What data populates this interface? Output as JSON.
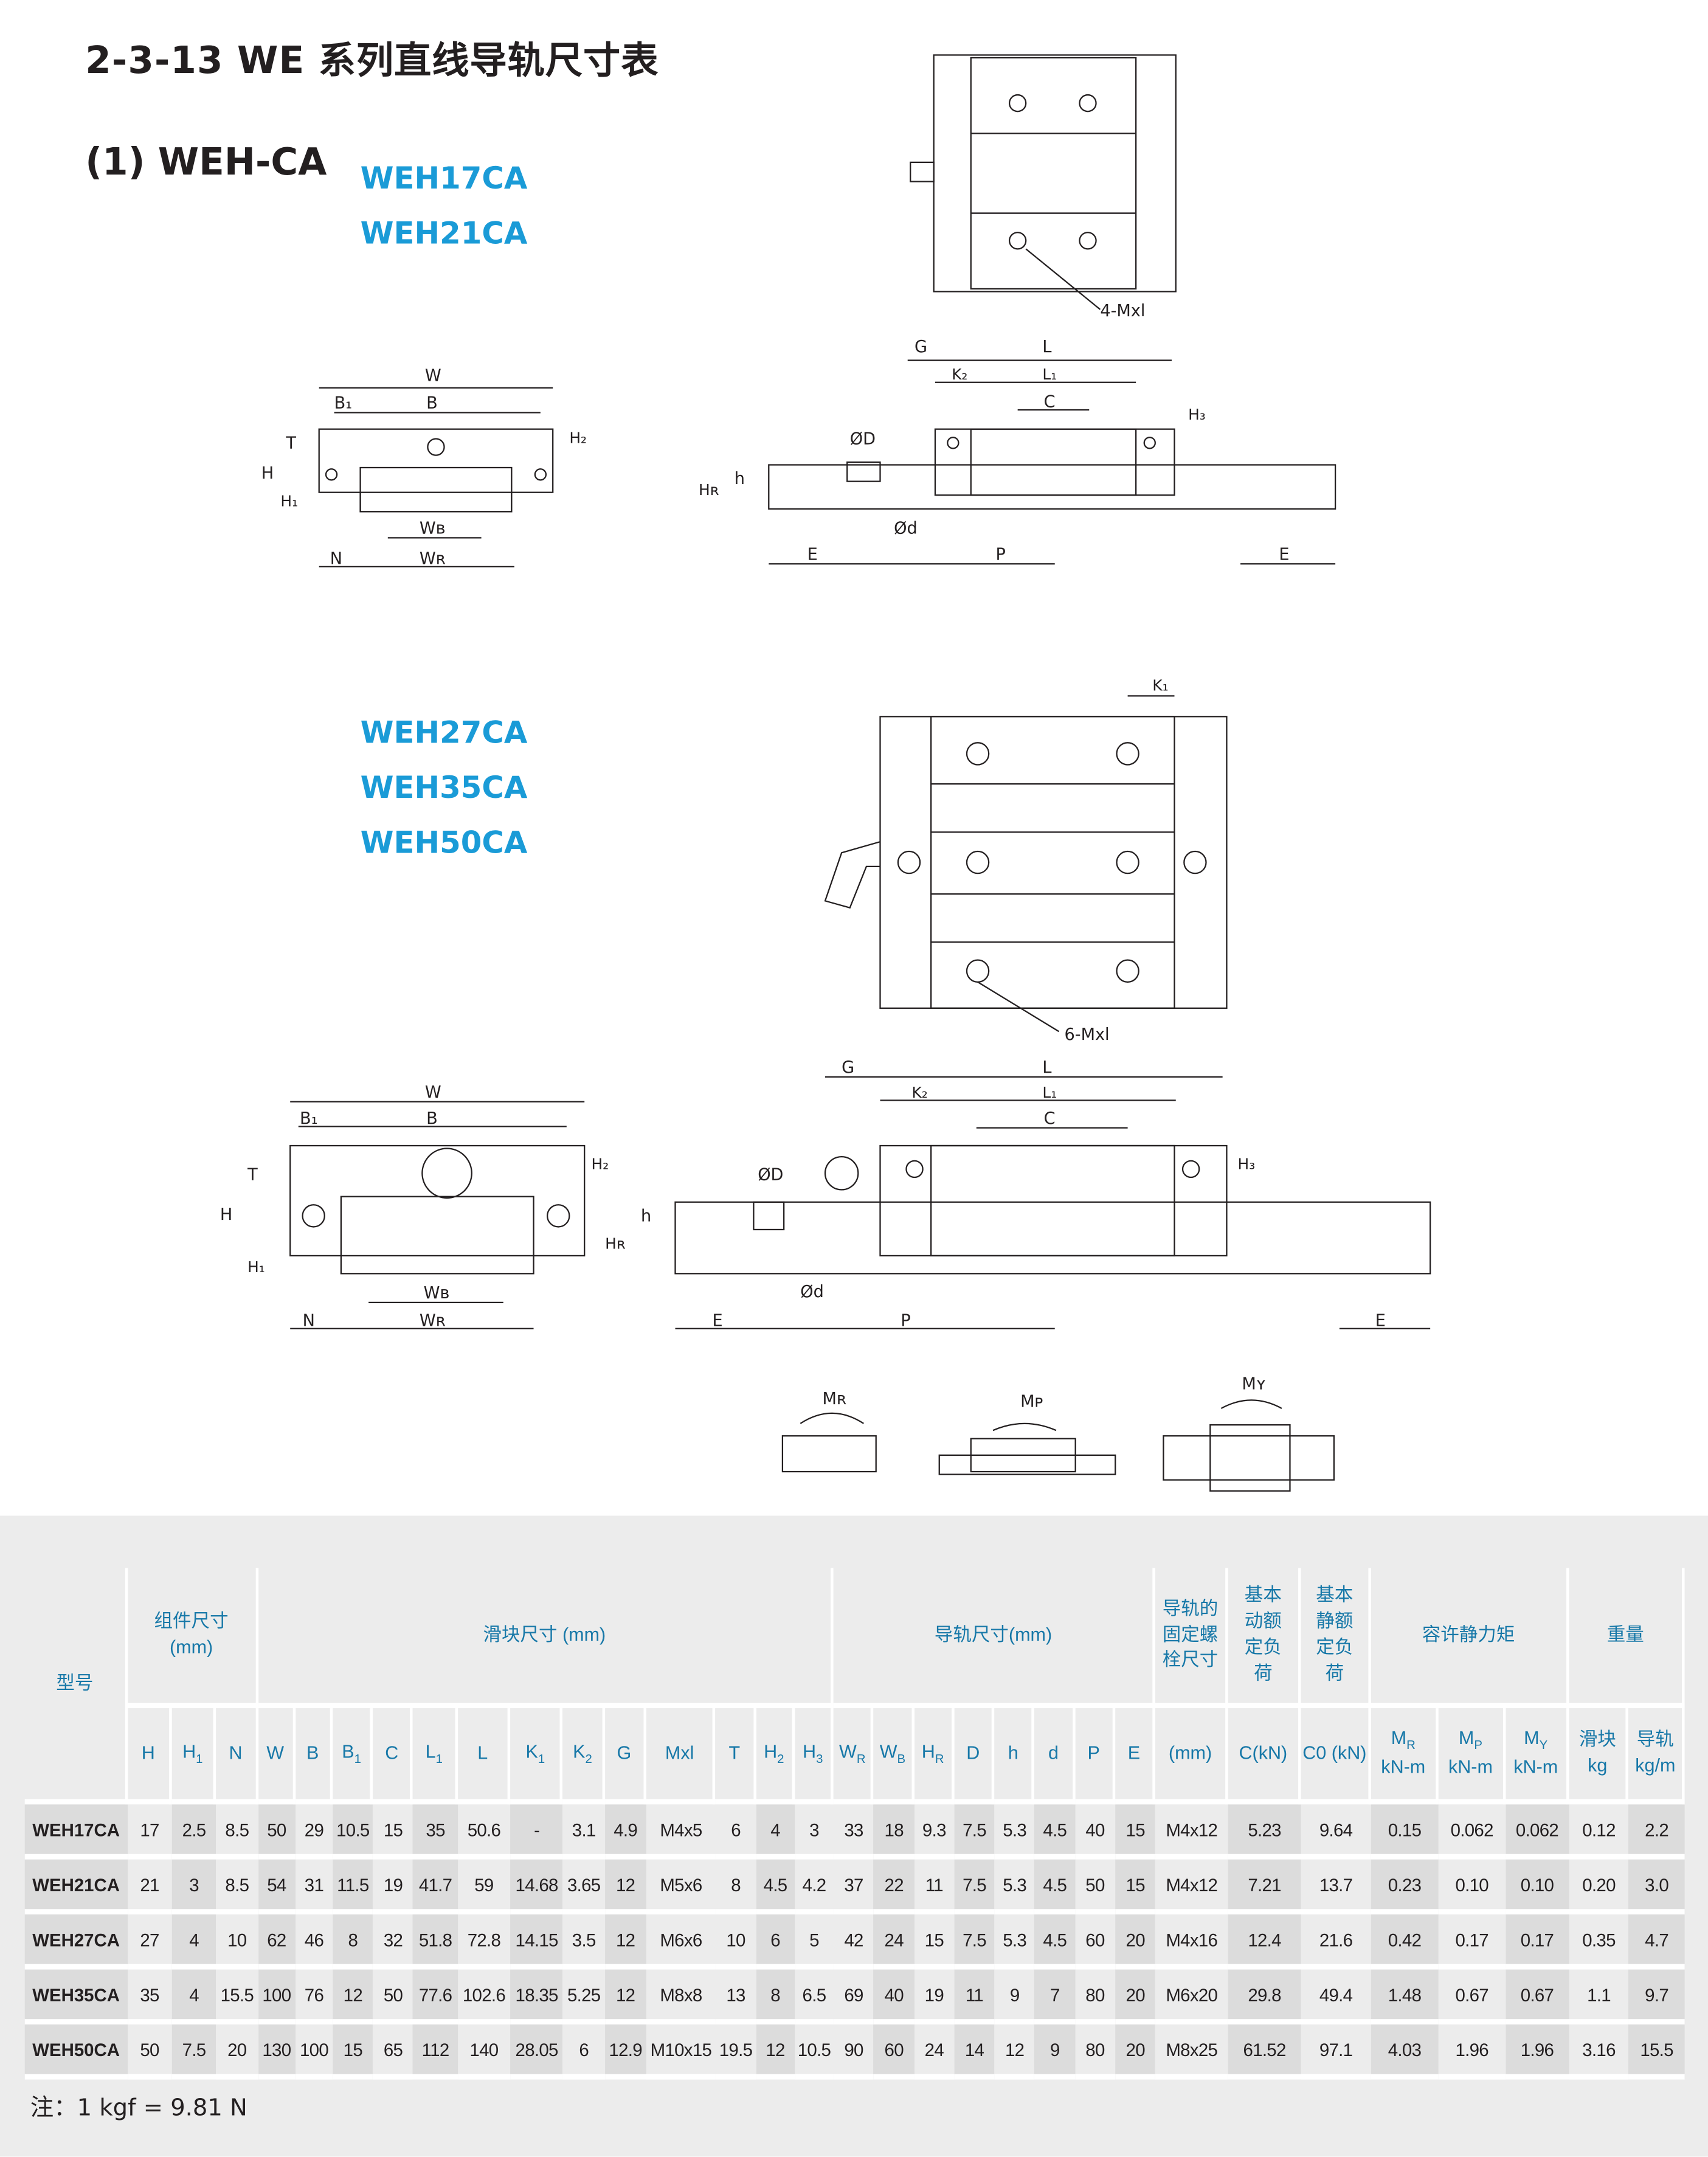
{
  "title": "2-3-13 WE 系列直线导轨尺寸表",
  "subtitle": "(1) WEH-CA",
  "models_group1": [
    "WEH17CA",
    "WEH21CA"
  ],
  "models_group2": [
    "WEH27CA",
    "WEH35CA",
    "WEH50CA"
  ],
  "drawing_labels": {
    "W": "W",
    "B": "B",
    "B1": "B₁",
    "H": "H",
    "T": "T",
    "H1": "H₁",
    "H2": "H₂",
    "H3": "H₃",
    "N": "N",
    "WB": "Wʙ",
    "WR": "Wʀ",
    "HR": "Hʀ",
    "G": "G",
    "L": "L",
    "L1": "L₁",
    "K1": "K₁",
    "K2": "K₂",
    "C": "C",
    "OD": "ØD",
    "Od": "Ød",
    "h": "h",
    "E": "E",
    "P": "P",
    "mxl4": "4-Mxl",
    "mxl6": "6-Mxl",
    "MR": "Mʀ",
    "MP": "Mᴘ",
    "MY": "Mʏ"
  },
  "table": {
    "group_headers": {
      "model": "型号",
      "assembly": "组件尺寸",
      "assembly_unit": "(mm)",
      "block": "滑块尺寸 (mm)",
      "rail": "导轨尺寸(mm)",
      "bolt": "导轨的固定螺栓尺寸",
      "dyn": "基本动额定负荷",
      "stat": "基本静额定负荷",
      "moment": "容许静力矩",
      "weight": "重量",
      "w_block": "滑块",
      "w_rail": "导轨"
    },
    "columns": [
      "H",
      "H1",
      "N",
      "W",
      "B",
      "B1",
      "C",
      "L1",
      "L",
      "K1",
      "K2",
      "G",
      "Mxl",
      "T",
      "H2",
      "H3",
      "WR",
      "WB",
      "HR",
      "D",
      "h",
      "d",
      "P",
      "E",
      "(mm)",
      "C(kN)",
      "C0 (kN)",
      "MR",
      "MP",
      "MY",
      "kg",
      "kg/m"
    ],
    "units": {
      "mr": "kN-m",
      "mp": "kN-m",
      "my": "kN-m"
    },
    "rows": [
      [
        "WEH17CA",
        "17",
        "2.5",
        "8.5",
        "50",
        "29",
        "10.5",
        "15",
        "35",
        "50.6",
        "-",
        "3.1",
        "4.9",
        "M4x5",
        "6",
        "4",
        "3",
        "33",
        "18",
        "9.3",
        "7.5",
        "5.3",
        "4.5",
        "40",
        "15",
        "M4x12",
        "5.23",
        "9.64",
        "0.15",
        "0.062",
        "0.062",
        "0.12",
        "2.2"
      ],
      [
        "WEH21CA",
        "21",
        "3",
        "8.5",
        "54",
        "31",
        "11.5",
        "19",
        "41.7",
        "59",
        "14.68",
        "3.65",
        "12",
        "M5x6",
        "8",
        "4.5",
        "4.2",
        "37",
        "22",
        "11",
        "7.5",
        "5.3",
        "4.5",
        "50",
        "15",
        "M4x12",
        "7.21",
        "13.7",
        "0.23",
        "0.10",
        "0.10",
        "0.20",
        "3.0"
      ],
      [
        "WEH27CA",
        "27",
        "4",
        "10",
        "62",
        "46",
        "8",
        "32",
        "51.8",
        "72.8",
        "14.15",
        "3.5",
        "12",
        "M6x6",
        "10",
        "6",
        "5",
        "42",
        "24",
        "15",
        "7.5",
        "5.3",
        "4.5",
        "60",
        "20",
        "M4x16",
        "12.4",
        "21.6",
        "0.42",
        "0.17",
        "0.17",
        "0.35",
        "4.7"
      ],
      [
        "WEH35CA",
        "35",
        "4",
        "15.5",
        "100",
        "76",
        "12",
        "50",
        "77.6",
        "102.6",
        "18.35",
        "5.25",
        "12",
        "M8x8",
        "13",
        "8",
        "6.5",
        "69",
        "40",
        "19",
        "11",
        "9",
        "7",
        "80",
        "20",
        "M6x20",
        "29.8",
        "49.4",
        "1.48",
        "0.67",
        "0.67",
        "1.1",
        "9.7"
      ],
      [
        "WEH50CA",
        "50",
        "7.5",
        "20",
        "130",
        "100",
        "15",
        "65",
        "112",
        "140",
        "28.05",
        "6",
        "12.9",
        "M10x15",
        "19.5",
        "12",
        "10.5",
        "90",
        "60",
        "24",
        "14",
        "12",
        "9",
        "80",
        "20",
        "M8x25",
        "61.52",
        "97.1",
        "4.03",
        "1.96",
        "1.96",
        "3.16",
        "15.5"
      ]
    ]
  },
  "note": "注：1 kgf = 9.81 N"
}
